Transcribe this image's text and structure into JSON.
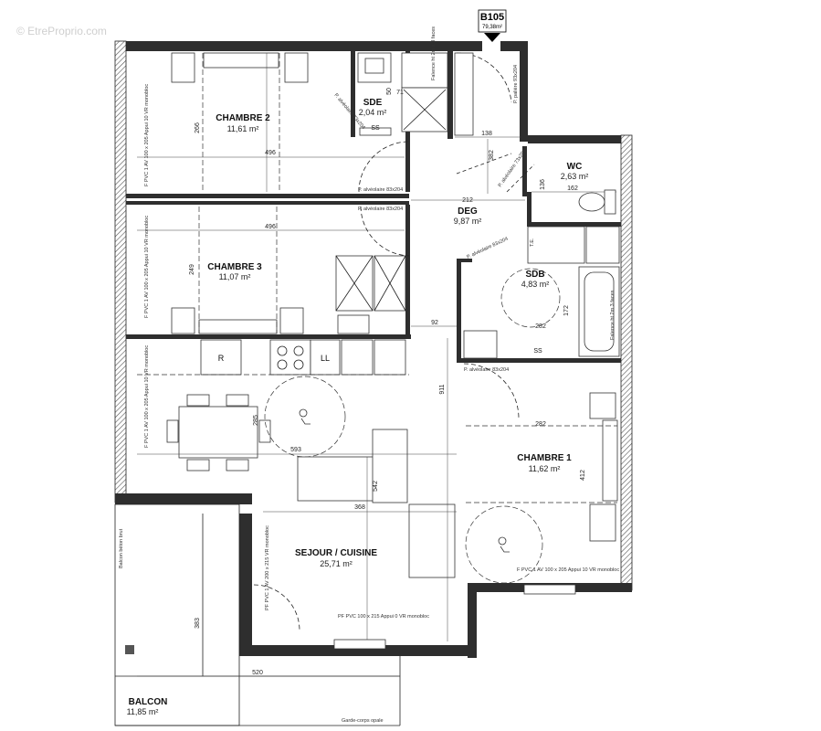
{
  "watermark": "© EtreProprio.com",
  "apartment": {
    "id": "B105",
    "area": "79,38m²"
  },
  "rooms": {
    "chambre2": {
      "name": "CHAMBRE 2",
      "area": "11,61 m²"
    },
    "sde": {
      "name": "SDE",
      "area": "2,04 m²"
    },
    "wc": {
      "name": "WC",
      "area": "2,63 m²"
    },
    "deg": {
      "name": "DEG",
      "area": "9,87 m²"
    },
    "chambre3": {
      "name": "CHAMBRE 3",
      "area": "11,07 m²"
    },
    "sdb": {
      "name": "SDB",
      "area": "4,83 m²"
    },
    "chambre1": {
      "name": "CHAMBRE 1",
      "area": "11,62 m²"
    },
    "sejour": {
      "name": "SEJOUR / CUISINE",
      "area": "25,71 m²"
    },
    "balcon": {
      "name": "BALCON",
      "area": "11,85 m²"
    }
  },
  "dimensions": {
    "ch2_width": "496",
    "ch2_depth": "266",
    "sde_50": "50",
    "sde_71": "71",
    "deg_138": "138",
    "deg_382": "382",
    "deg_212": "212",
    "wc_136": "136",
    "wc_162": "162",
    "ch3_width": "496",
    "ch3_depth": "249",
    "sdb_172": "172",
    "sdb_282": "282",
    "deg_92": "92",
    "sej_911": "911",
    "sej_285": "285",
    "sej_593": "593",
    "sej_368": "368",
    "sej_542": "542",
    "ch1_width": "282",
    "ch1_depth": "412",
    "balcon_383": "383",
    "balcon_520": "520"
  },
  "notes": {
    "p_alv_ch2": "P. alvéolaire 83x204",
    "p_alv_ch3": "P. alvéolaire 83x204",
    "p_alv_sde": "P. alvéolaire 73x204",
    "p_alv_deg": "P. alvéolaire 83x204",
    "p_alv_wc": "P. alvéolaire 73x204",
    "p_alv_sdb": "P. alvéolaire 83x204",
    "p_palier": "P. palière 93x204",
    "faience_sde": "Faïence ht 2m à 3 faces",
    "faience_sdb": "Faïence ht 2m 3 faces",
    "te": "T.E.",
    "ss_sde": "SS",
    "ss_sdb": "SS",
    "win_ch2": "F PVC 1 AV 100 x 205 Appui 10 VR monobloc",
    "win_ch3": "F PVC 1 AV 100 x 205 Appui 10 VR monobloc",
    "win_sej1": "F PVC 1 AV 100 x 205 Appui 10 VR monobloc",
    "win_sej2": "PF PVC 1 AV 200 x 215 VR monobloc",
    "win_sej3": "PF PVC 100 x 215 Appui 0 VR monobloc",
    "win_ch1": "F PVC 1 AV 100 x 205 Appui 10 VR monobloc",
    "balcon_beton": "Balcon béton brut",
    "garde_corps": "Garde-corps opale"
  },
  "fixtures": {
    "fridge": "R",
    "dishwasher": "LL"
  }
}
